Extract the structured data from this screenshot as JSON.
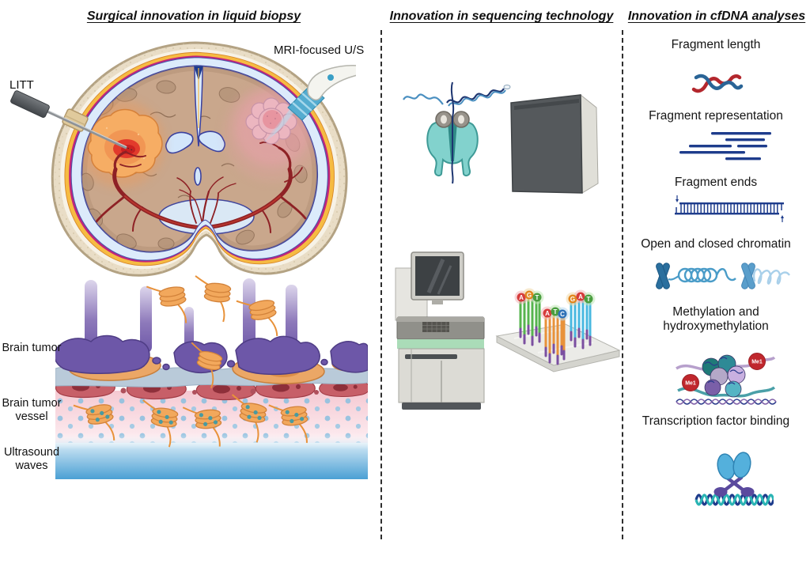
{
  "figure": {
    "columns": {
      "panel1_title": "Surgical innovation in liquid biopsy",
      "panel2_title": "Innovation in sequencing technology",
      "panel3_title": "Innovation in cfDNA analyses"
    },
    "panel1": {
      "litt_label": "LITT",
      "mri_us_label": "MRI-focused U/S",
      "brain_tumor_label": "Brain tumor",
      "brain_tumor_vessel_label": "Brain tumor vessel",
      "ultrasound_waves_label": "Ultrasound waves"
    },
    "panel2": {
      "clusters": [
        {
          "letters": [
            "A",
            "G",
            "T"
          ]
        },
        {
          "letters": [
            "A",
            "T",
            "C"
          ]
        },
        {
          "letters": [
            "G",
            "A",
            "T"
          ]
        }
      ]
    },
    "panel3": {
      "items": [
        {
          "label": "Fragment length"
        },
        {
          "label": "Fragment representation"
        },
        {
          "label": "Fragment ends"
        },
        {
          "label": "Open and closed chromatin"
        },
        {
          "label": "Methylation and hydroxymethylation"
        },
        {
          "label": "Transcription factor binding"
        }
      ],
      "me1_badge": "Me1"
    },
    "colors": {
      "fragment_navy": "#1e3c8c",
      "dna_red": "#b3272d",
      "dna_blue": "#2a6496",
      "me1_red": "#c0272d",
      "base_a_red": "#d63c3c",
      "base_g_orange": "#e1861f",
      "base_t_green": "#4a9e3f",
      "base_c_blue": "#2f72b8",
      "tumor_orange": "#f6ad64",
      "tumor_core_red": "#e23a2c",
      "tumor_pink": "#ecb6c0",
      "nucleosome_orange": "#f2a85c",
      "astrocyte_purple": "#6d57a8",
      "ultrasound_blue": "#4aa0d4"
    }
  }
}
